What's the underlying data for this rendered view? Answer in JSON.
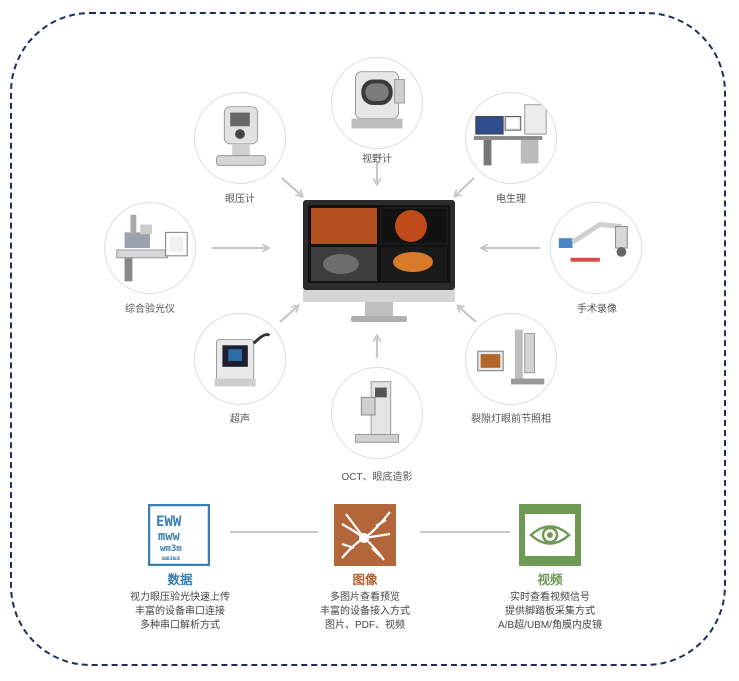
{
  "devices": [
    {
      "id": "tonometer",
      "label": "眼压计"
    },
    {
      "id": "perimeter",
      "label": "视野计"
    },
    {
      "id": "electrophysiology",
      "label": "电生理"
    },
    {
      "id": "phoropter",
      "label": "综合验光仪"
    },
    {
      "id": "surgery-recording",
      "label": "手术录像"
    },
    {
      "id": "ultrasound",
      "label": "超声"
    },
    {
      "id": "slit-lamp",
      "label": "裂隙灯眼前节照相"
    },
    {
      "id": "oct",
      "label": "OCT、眼底造影"
    }
  ],
  "features": [
    {
      "id": "data",
      "title": "数据",
      "color": "#3a7fb4",
      "lines": [
        "视力眼压验光快速上传",
        "丰富的设备串口连接",
        "多种串口解析方式"
      ]
    },
    {
      "id": "image",
      "title": "图像",
      "color": "#b4663b",
      "lines": [
        "多图片查看预览",
        "丰富的设备接入方式",
        "图片、PDF、视频"
      ]
    },
    {
      "id": "video",
      "title": "视频",
      "color": "#6e9a55",
      "lines": [
        "实时查看视频信号",
        "提供脚踏板采集方式",
        "A/B超/UBM/角膜内皮镜"
      ]
    }
  ],
  "icons": {
    "data": "eye-chart-icon",
    "image": "retina-image-icon",
    "video": "eye-film-icon"
  },
  "colors": {
    "frame": "#1f2d5c",
    "arrow": "#c8c8c8",
    "data": "#3a7fb4",
    "image": "#b4663b",
    "video": "#6e9a55"
  }
}
